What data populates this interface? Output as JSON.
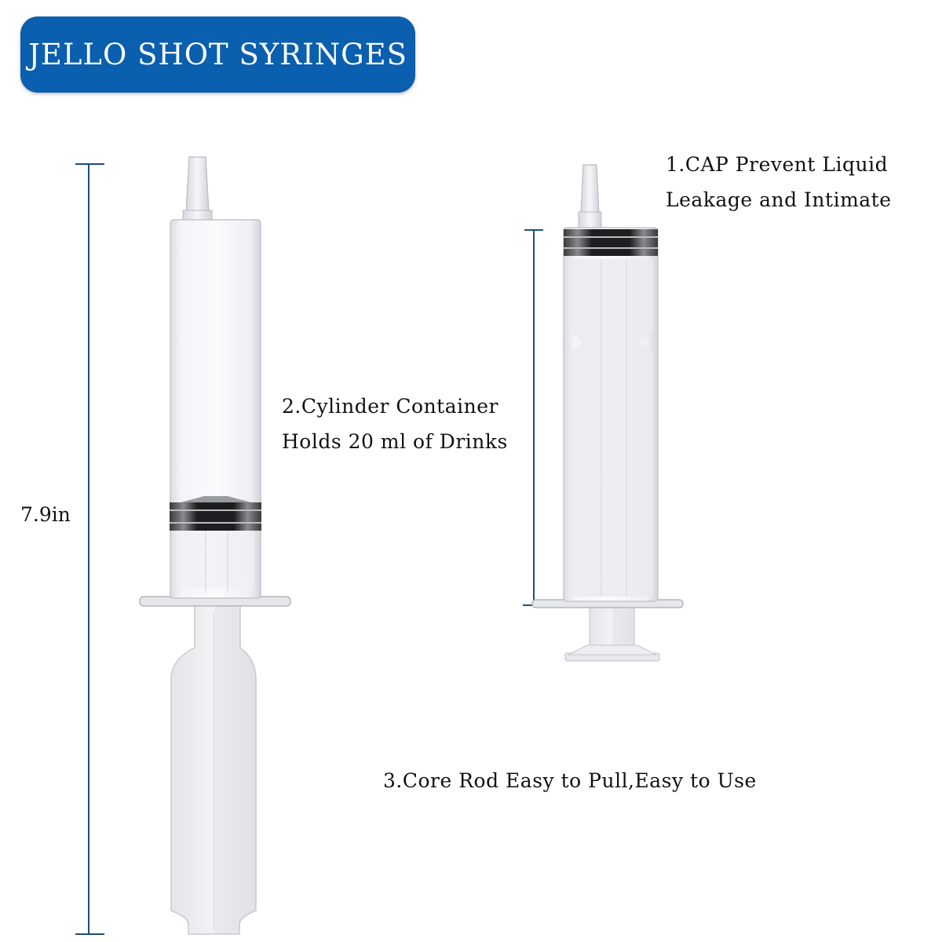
{
  "title": "JELLO SHOT SYRINGES",
  "features": {
    "cap": {
      "line1": "1.CAP Prevent Liquid",
      "line2": "Leakage and Intimate"
    },
    "cylinder": {
      "line1": "2.Cylinder Container",
      "line2": "Holds 20 ml of Drinks"
    },
    "rod": {
      "line1": "3.Core Rod Easy to Pull,Easy to Use"
    }
  },
  "dimension": {
    "length_label": "7.9in"
  },
  "colors": {
    "badge": "#0a5fae",
    "dimension_line": "#1c4f78",
    "text": "#111111"
  }
}
